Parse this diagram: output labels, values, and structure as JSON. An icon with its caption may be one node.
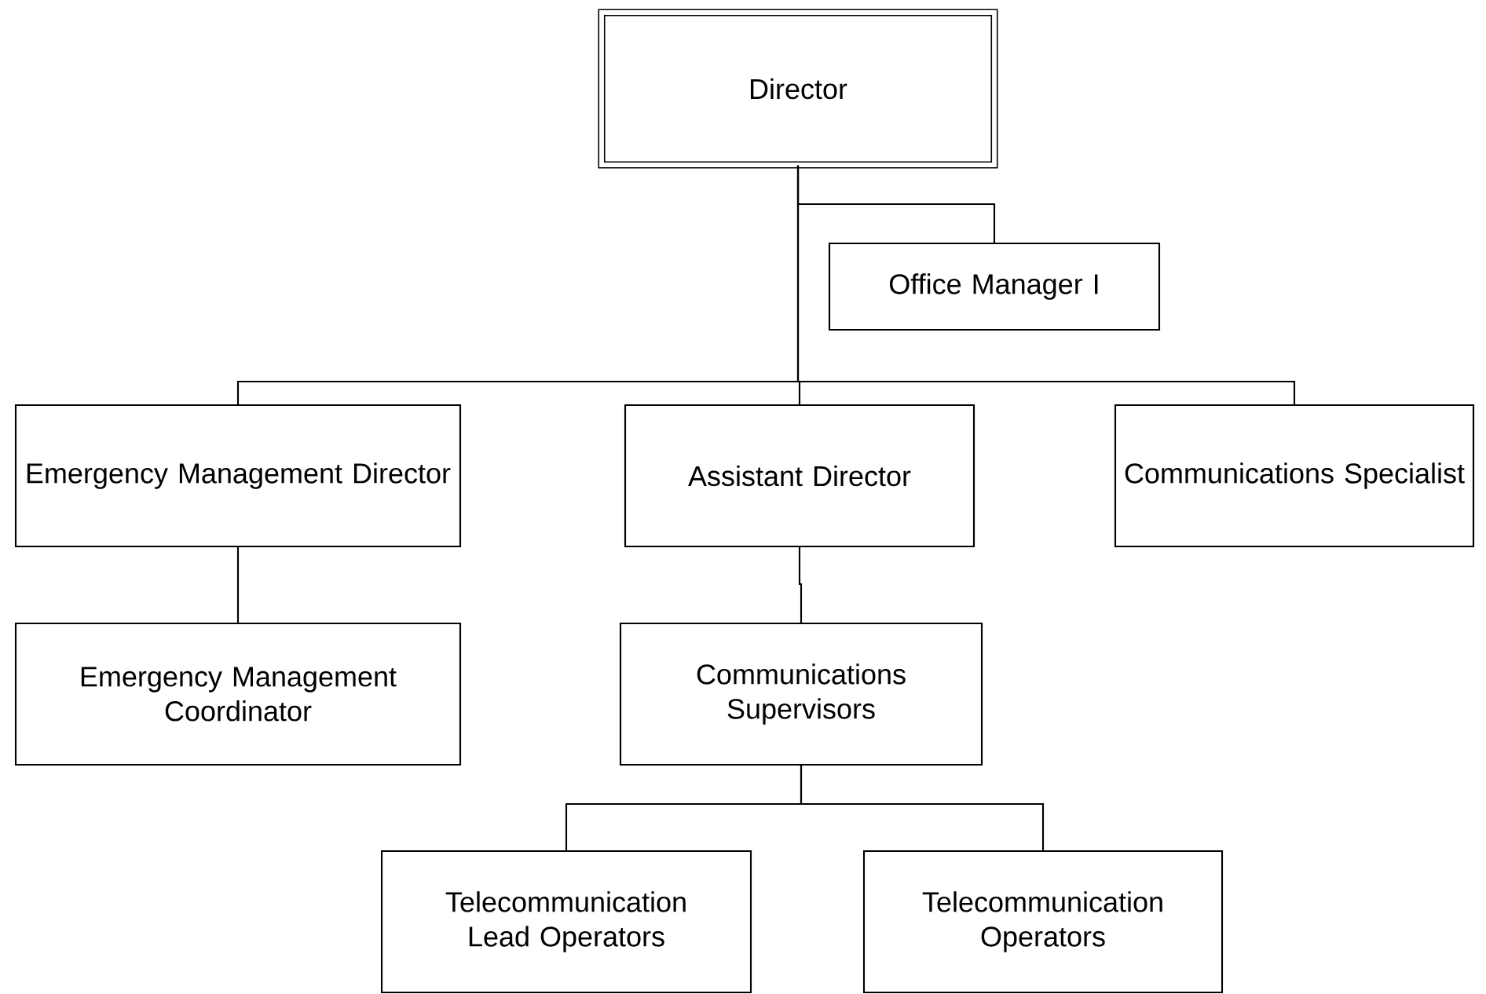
{
  "diagram": {
    "nodes": [
      {
        "text": [
          "Director"
        ]
      },
      {
        "text": [
          "Office Manager I"
        ]
      },
      {
        "text": [
          "Emergency Management Director"
        ]
      },
      {
        "text": [
          "Assistant Director"
        ]
      },
      {
        "text": [
          "Communications Specialist"
        ]
      },
      {
        "text": [
          "Emergency Management Coordinator"
        ]
      },
      {
        "text": [
          "Communications Supervisors"
        ]
      },
      {
        "text": [
          "Telecommunication Lead Operators"
        ]
      },
      {
        "text": [
          "Telecommunication Operators"
        ]
      }
    ],
    "edges": [
      {
        "from": 0,
        "to": 1,
        "arrow": "none"
      },
      {
        "from": 0,
        "to": 2,
        "arrow": "none"
      },
      {
        "from": 0,
        "to": 3,
        "arrow": "none"
      },
      {
        "from": 0,
        "to": 4,
        "arrow": "none"
      },
      {
        "from": 2,
        "to": 5,
        "arrow": "none"
      },
      {
        "from": 3,
        "to": 6,
        "arrow": "none"
      },
      {
        "from": 6,
        "to": 7,
        "arrow": "none"
      },
      {
        "from": 6,
        "to": 8,
        "arrow": "none"
      }
    ]
  }
}
